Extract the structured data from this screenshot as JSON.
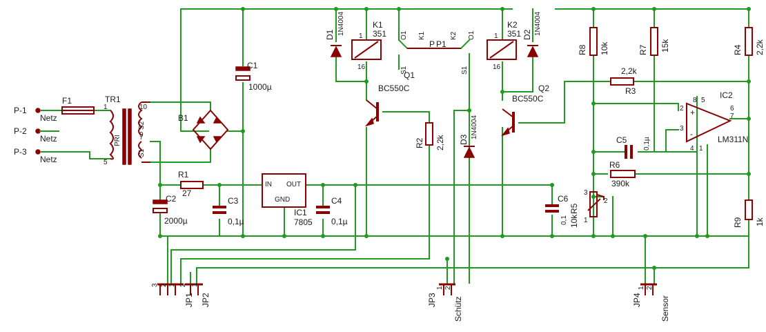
{
  "connectors": [
    {
      "ref": "P-1",
      "net": "Netz"
    },
    {
      "ref": "P-2",
      "net": "Netz"
    },
    {
      "ref": "P-3",
      "net": "Netz"
    }
  ],
  "components": {
    "F1": {
      "ref": "F1",
      "value": ""
    },
    "TR1": {
      "ref": "TR1",
      "pri": "PRI",
      "s2": "S2",
      "s1": "S1",
      "pins": [
        "1",
        "5",
        "10",
        "9",
        "7",
        "6"
      ]
    },
    "B1": {
      "ref": "B1",
      "value": ""
    },
    "C1": {
      "ref": "C1",
      "value": "1000µ"
    },
    "C2": {
      "ref": "C2",
      "value": "2000µ"
    },
    "C3": {
      "ref": "C3",
      "value": "0,1µ"
    },
    "C4": {
      "ref": "C4",
      "value": "0,1µ"
    },
    "C5": {
      "ref": "C5",
      "value": "0,1µ"
    },
    "C6": {
      "ref": "C6",
      "value": "0,1"
    },
    "R1": {
      "ref": "R1",
      "value": "27"
    },
    "R2": {
      "ref": "R2",
      "value": "2,2k"
    },
    "R3": {
      "ref": "R3",
      "value": "2,2k"
    },
    "R4": {
      "ref": "R4",
      "value": "2,2k"
    },
    "R5": {
      "ref": "R5",
      "value": "10k"
    },
    "R6": {
      "ref": "R6",
      "value": "390k"
    },
    "R7": {
      "ref": "R7",
      "value": "15k"
    },
    "R8": {
      "ref": "R8",
      "value": "10k"
    },
    "R9": {
      "ref": "R9",
      "value": "1k"
    },
    "IC1": {
      "ref": "IC1",
      "value": "7805",
      "in": "IN",
      "out": "OUT",
      "gnd": "GND"
    },
    "IC2": {
      "ref": "IC2",
      "value": "LM311N",
      "plus": "+",
      "minus": "-",
      "pins": [
        "8",
        "5",
        "2",
        "3",
        "4",
        "1",
        "6",
        "7"
      ]
    },
    "D1": {
      "ref": "D1",
      "value": "1N4004"
    },
    "D2": {
      "ref": "D2",
      "value": "1N4004"
    },
    "D3": {
      "ref": "D3",
      "value": "1N4004"
    },
    "K1": {
      "ref": "K1",
      "value": "351",
      "pins": [
        "1",
        "16"
      ]
    },
    "K2": {
      "ref": "K2",
      "value": "351",
      "pins": [
        "1",
        "16"
      ]
    },
    "Q1": {
      "ref": "Q1",
      "value": "BC550C"
    },
    "Q2": {
      "ref": "Q2",
      "value": "BC550C"
    },
    "switch": {
      "label": "P",
      "k1": "K1",
      "k2": "K2",
      "p1": "P1",
      "o1a": "O1",
      "o1b": "O1",
      "s1a": "S1",
      "s1b": "S1"
    }
  },
  "jumpers": [
    {
      "ref": "JP1",
      "pins": [
        "3",
        "2",
        "1"
      ],
      "label": ""
    },
    {
      "ref": "JP2",
      "pins": [
        "2",
        "1"
      ],
      "label": ""
    },
    {
      "ref": "JP3",
      "pins": [
        "1",
        "2"
      ],
      "label": "Schütz"
    },
    {
      "ref": "JP4",
      "pins": [
        "1",
        "2"
      ],
      "label": "Sensor"
    }
  ],
  "pot_pins": [
    "3",
    "2",
    "1"
  ],
  "colors": {
    "wire": "#1f9a1f",
    "part": "#8b0000",
    "text": "#1a1a1a"
  }
}
